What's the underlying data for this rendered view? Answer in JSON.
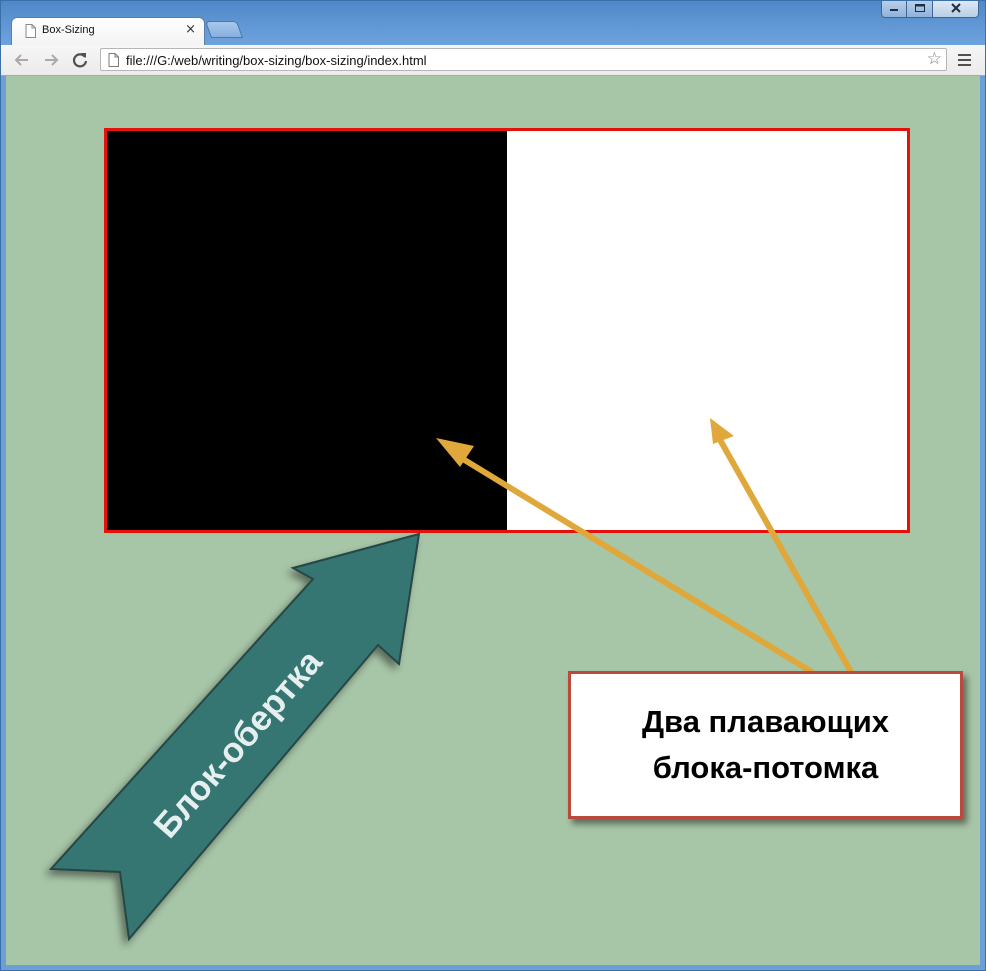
{
  "browser": {
    "tab": {
      "title": "Box-Sizing",
      "close_glyph": "×"
    },
    "address_bar": {
      "url": "file:///G:/web/writing/box-sizing/box-sizing/index.html"
    },
    "icons": {
      "back": "arrow-left-icon",
      "forward": "arrow-right-icon",
      "reload": "reload-icon",
      "star": "star-icon",
      "menu": "hamburger-menu-icon",
      "page": "page-icon"
    }
  },
  "page": {
    "background": "#a7c5a7",
    "wrapper_border_color": "#e4120c",
    "left_child_color": "#000000",
    "right_child_color": "#ffffff"
  },
  "annotations": {
    "big_arrow_label": "Блок-обертка",
    "big_arrow_color": "#357472",
    "callout_lines": [
      "Два плавающих",
      "блока-потомка"
    ],
    "callout_border_color": "#b94a3c",
    "pointer_arrow_color": "#e0a83b"
  }
}
